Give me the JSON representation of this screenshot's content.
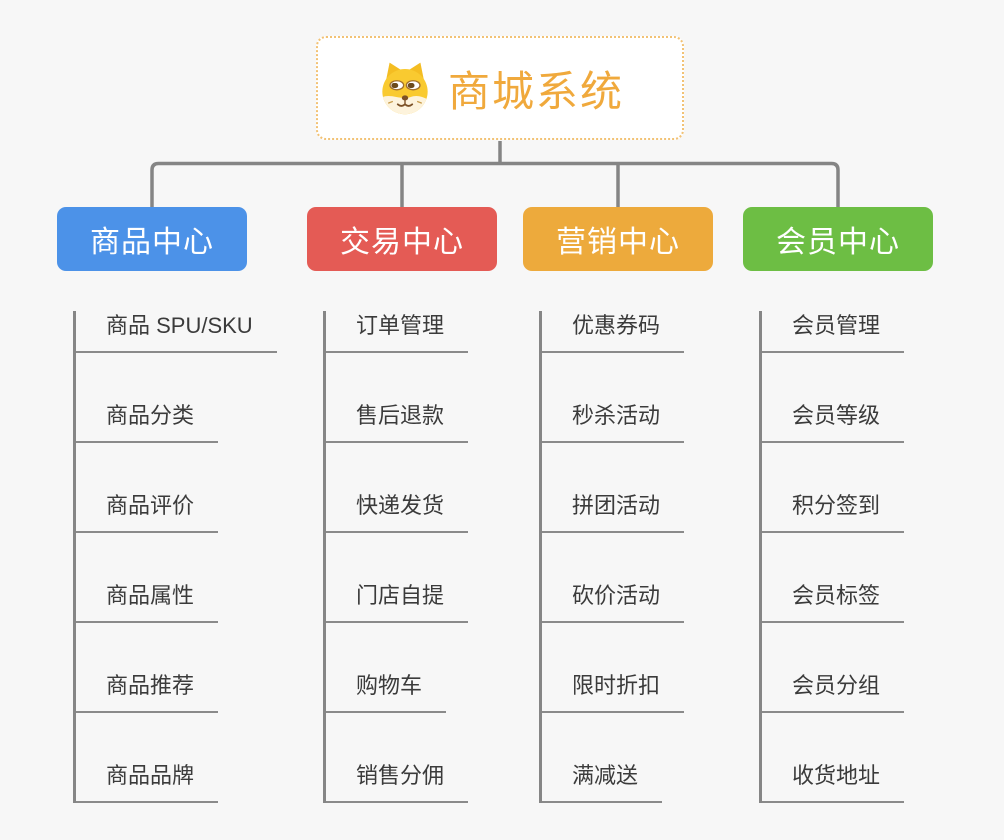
{
  "root": {
    "title": "商城系统",
    "icon": "dog-face-icon"
  },
  "branches": [
    {
      "id": "product",
      "label": "商品中心",
      "color": "#4c92e8",
      "children": [
        "商品 SPU/SKU",
        "商品分类",
        "商品评价",
        "商品属性",
        "商品推荐",
        "商品品牌"
      ]
    },
    {
      "id": "trade",
      "label": "交易中心",
      "color": "#e45b55",
      "children": [
        "订单管理",
        "售后退款",
        "快递发货",
        "门店自提",
        "购物车",
        "销售分佣"
      ]
    },
    {
      "id": "marketing",
      "label": "营销中心",
      "color": "#edaa3c",
      "children": [
        "优惠券码",
        "秒杀活动",
        "拼团活动",
        "砍价活动",
        "限时折扣",
        "满减送"
      ]
    },
    {
      "id": "member",
      "label": "会员中心",
      "color": "#6dbe44",
      "children": [
        "会员管理",
        "会员等级",
        "积分签到",
        "会员标签",
        "会员分组",
        "收货地址"
      ]
    }
  ],
  "palette": {
    "root_text": "#f0a93c",
    "root_border": "#f2c275",
    "connector_gray": "#858585",
    "underline_gray": "#8a8a8a",
    "child_text": "#3b3b3b",
    "background": "#f7f7f7"
  }
}
